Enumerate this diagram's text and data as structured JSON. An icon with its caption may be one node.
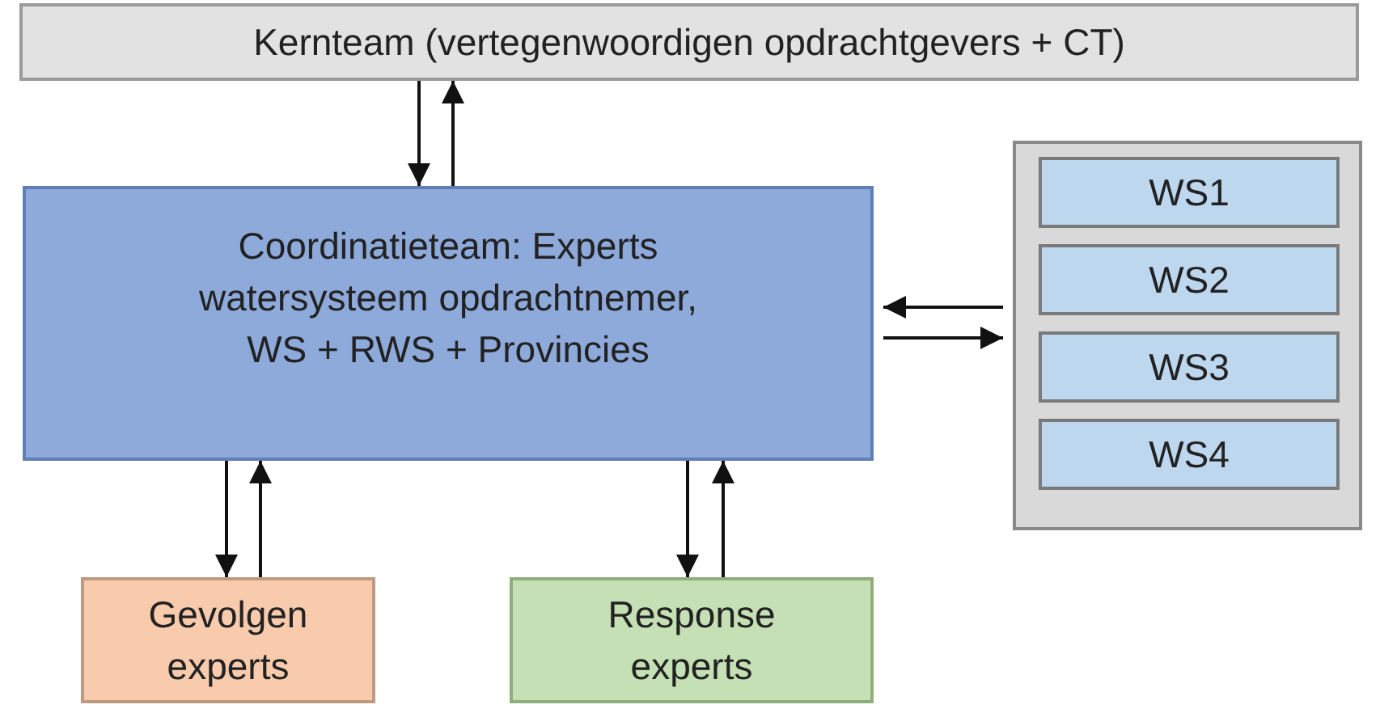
{
  "diagram": {
    "nodes": [
      {
        "text": [
          "Kernteam (vertegenwoordigen opdrachtgevers + CT)"
        ]
      },
      {
        "text": [
          "Coordinatieteam: Experts watersysteem opdrachtnemer, WS + RWS + Provincies"
        ]
      },
      {
        "text": [],
        "shape": "box"
      },
      {
        "text": [
          "WS1"
        ],
        "in": 2
      },
      {
        "text": [
          "WS2"
        ],
        "in": 2
      },
      {
        "text": [
          "WS3"
        ],
        "in": 2
      },
      {
        "text": [
          "WS4"
        ],
        "in": 2
      },
      {
        "text": [
          "Gevolgen experts"
        ]
      },
      {
        "text": [
          "Response experts"
        ]
      }
    ],
    "edges": [
      {
        "from": 0,
        "to": 1,
        "arrow": "to"
      },
      {
        "from": 1,
        "to": 0,
        "arrow": "to"
      },
      {
        "from": 2,
        "to": 1,
        "arrow": "to"
      },
      {
        "from": 1,
        "to": 2,
        "arrow": "to"
      },
      {
        "from": 1,
        "to": 7,
        "arrow": "to"
      },
      {
        "from": 7,
        "to": 1,
        "arrow": "to"
      },
      {
        "from": 1,
        "to": 8,
        "arrow": "to"
      },
      {
        "from": 8,
        "to": 1,
        "arrow": "to"
      }
    ]
  }
}
